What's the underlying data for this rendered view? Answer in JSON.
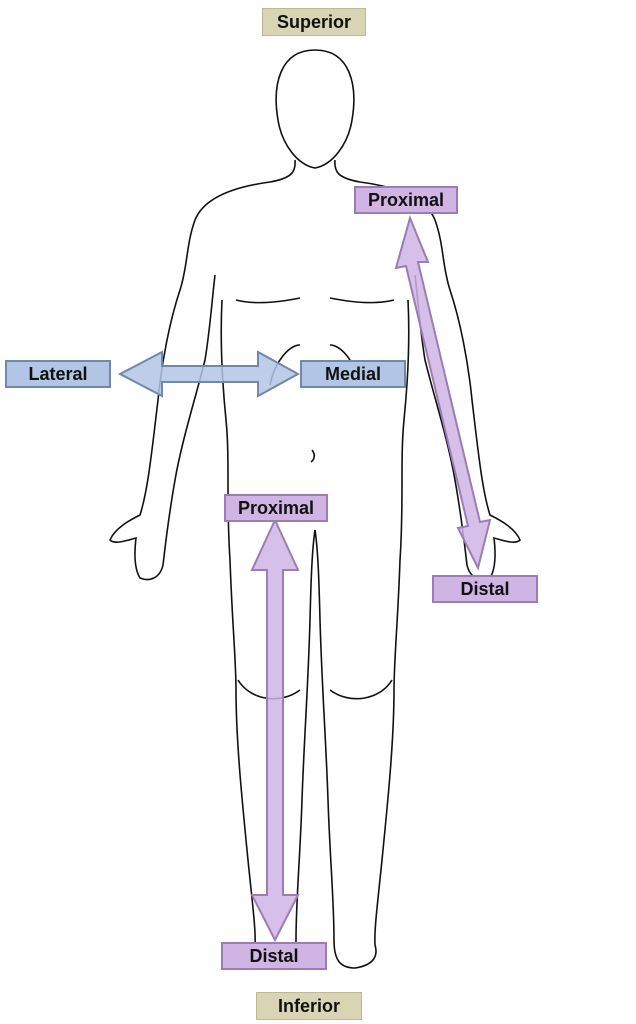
{
  "labels": {
    "superior": "Superior",
    "inferior": "Inferior",
    "lateral": "Lateral",
    "medial": "Medial",
    "arm_proximal": "Proximal",
    "arm_distal": "Distal",
    "leg_proximal": "Proximal",
    "leg_distal": "Distal"
  },
  "colors": {
    "tan": "#d8d4b4",
    "blue": "#b3c5e4",
    "purple": "#cfb4e4"
  }
}
